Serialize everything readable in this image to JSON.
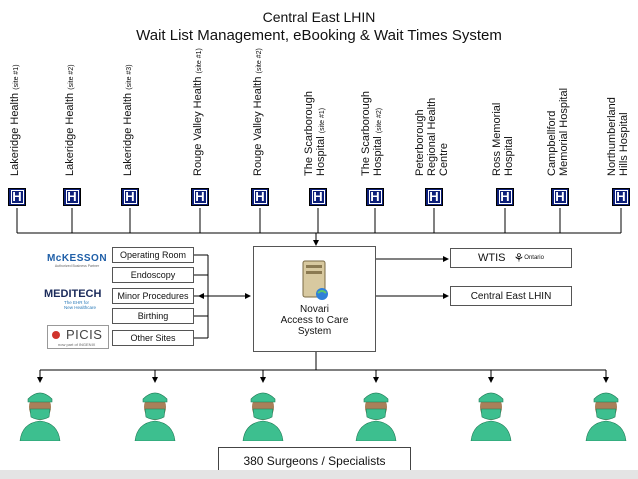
{
  "header": {
    "title_line1": "Central East LHIN",
    "title_line2": "Wait List Management, eBooking & Wait Times System"
  },
  "hospitals": [
    {
      "name": "Lakeridge Health",
      "site": "(site #1)"
    },
    {
      "name": "Lakeridge Health",
      "site": "(site #2)"
    },
    {
      "name": "Lakeridge Health",
      "site": "(site #3)"
    },
    {
      "name": "Rouge Valley Health",
      "site": "(site #1)"
    },
    {
      "name": "Rouge Valley Health",
      "site": "(site #2)"
    },
    {
      "name": "The Scarborough",
      "name2": "Hospital",
      "site": "(site #1)"
    },
    {
      "name": "The Scarborough",
      "name2": "Hospital",
      "site": "(site #2)"
    },
    {
      "name": "Peterborough",
      "name2": "Regional Health",
      "name3": "Centre"
    },
    {
      "name": "Ross Memorial",
      "name2": "Hospital"
    },
    {
      "name": "Campbellford",
      "name2": "Memorial Hospital"
    },
    {
      "name": "Northumberland",
      "name2": "Hills Hospital"
    }
  ],
  "hospital_icon": {
    "name": "hospital-h-icon",
    "glyph": "H",
    "color": "#0d1f7a"
  },
  "vendors": {
    "mckesson": {
      "name": "McKESSON",
      "tagline": "Authorized Business Partner"
    },
    "meditech": {
      "name": "MEDITECH",
      "tagline1": "The EHR for",
      "tagline2": "New Healthcare"
    },
    "picis": {
      "name": "PICIS",
      "tagline": "now part of INGENIX"
    }
  },
  "procedures": [
    "Operating Room",
    "Endoscopy",
    "Minor Procedures",
    "Birthing",
    "Other Sites"
  ],
  "center": {
    "line1": "Novari",
    "line2": "Access to Care",
    "line3": "System",
    "icon": "server-icon"
  },
  "outputs": {
    "wtis": "WTIS",
    "ontario": "Ontario",
    "lhin": "Central East LHIN"
  },
  "surgeons": {
    "label": "380 Surgeons / Specialists",
    "count_shown": 6,
    "icon": "surgeon-icon"
  },
  "colors": {
    "hospital_blue": "#0d1f7a",
    "scrubs_green": "#3dbf8f",
    "mckesson_blue": "#1f5fa8",
    "picis_red": "#d0342c"
  }
}
